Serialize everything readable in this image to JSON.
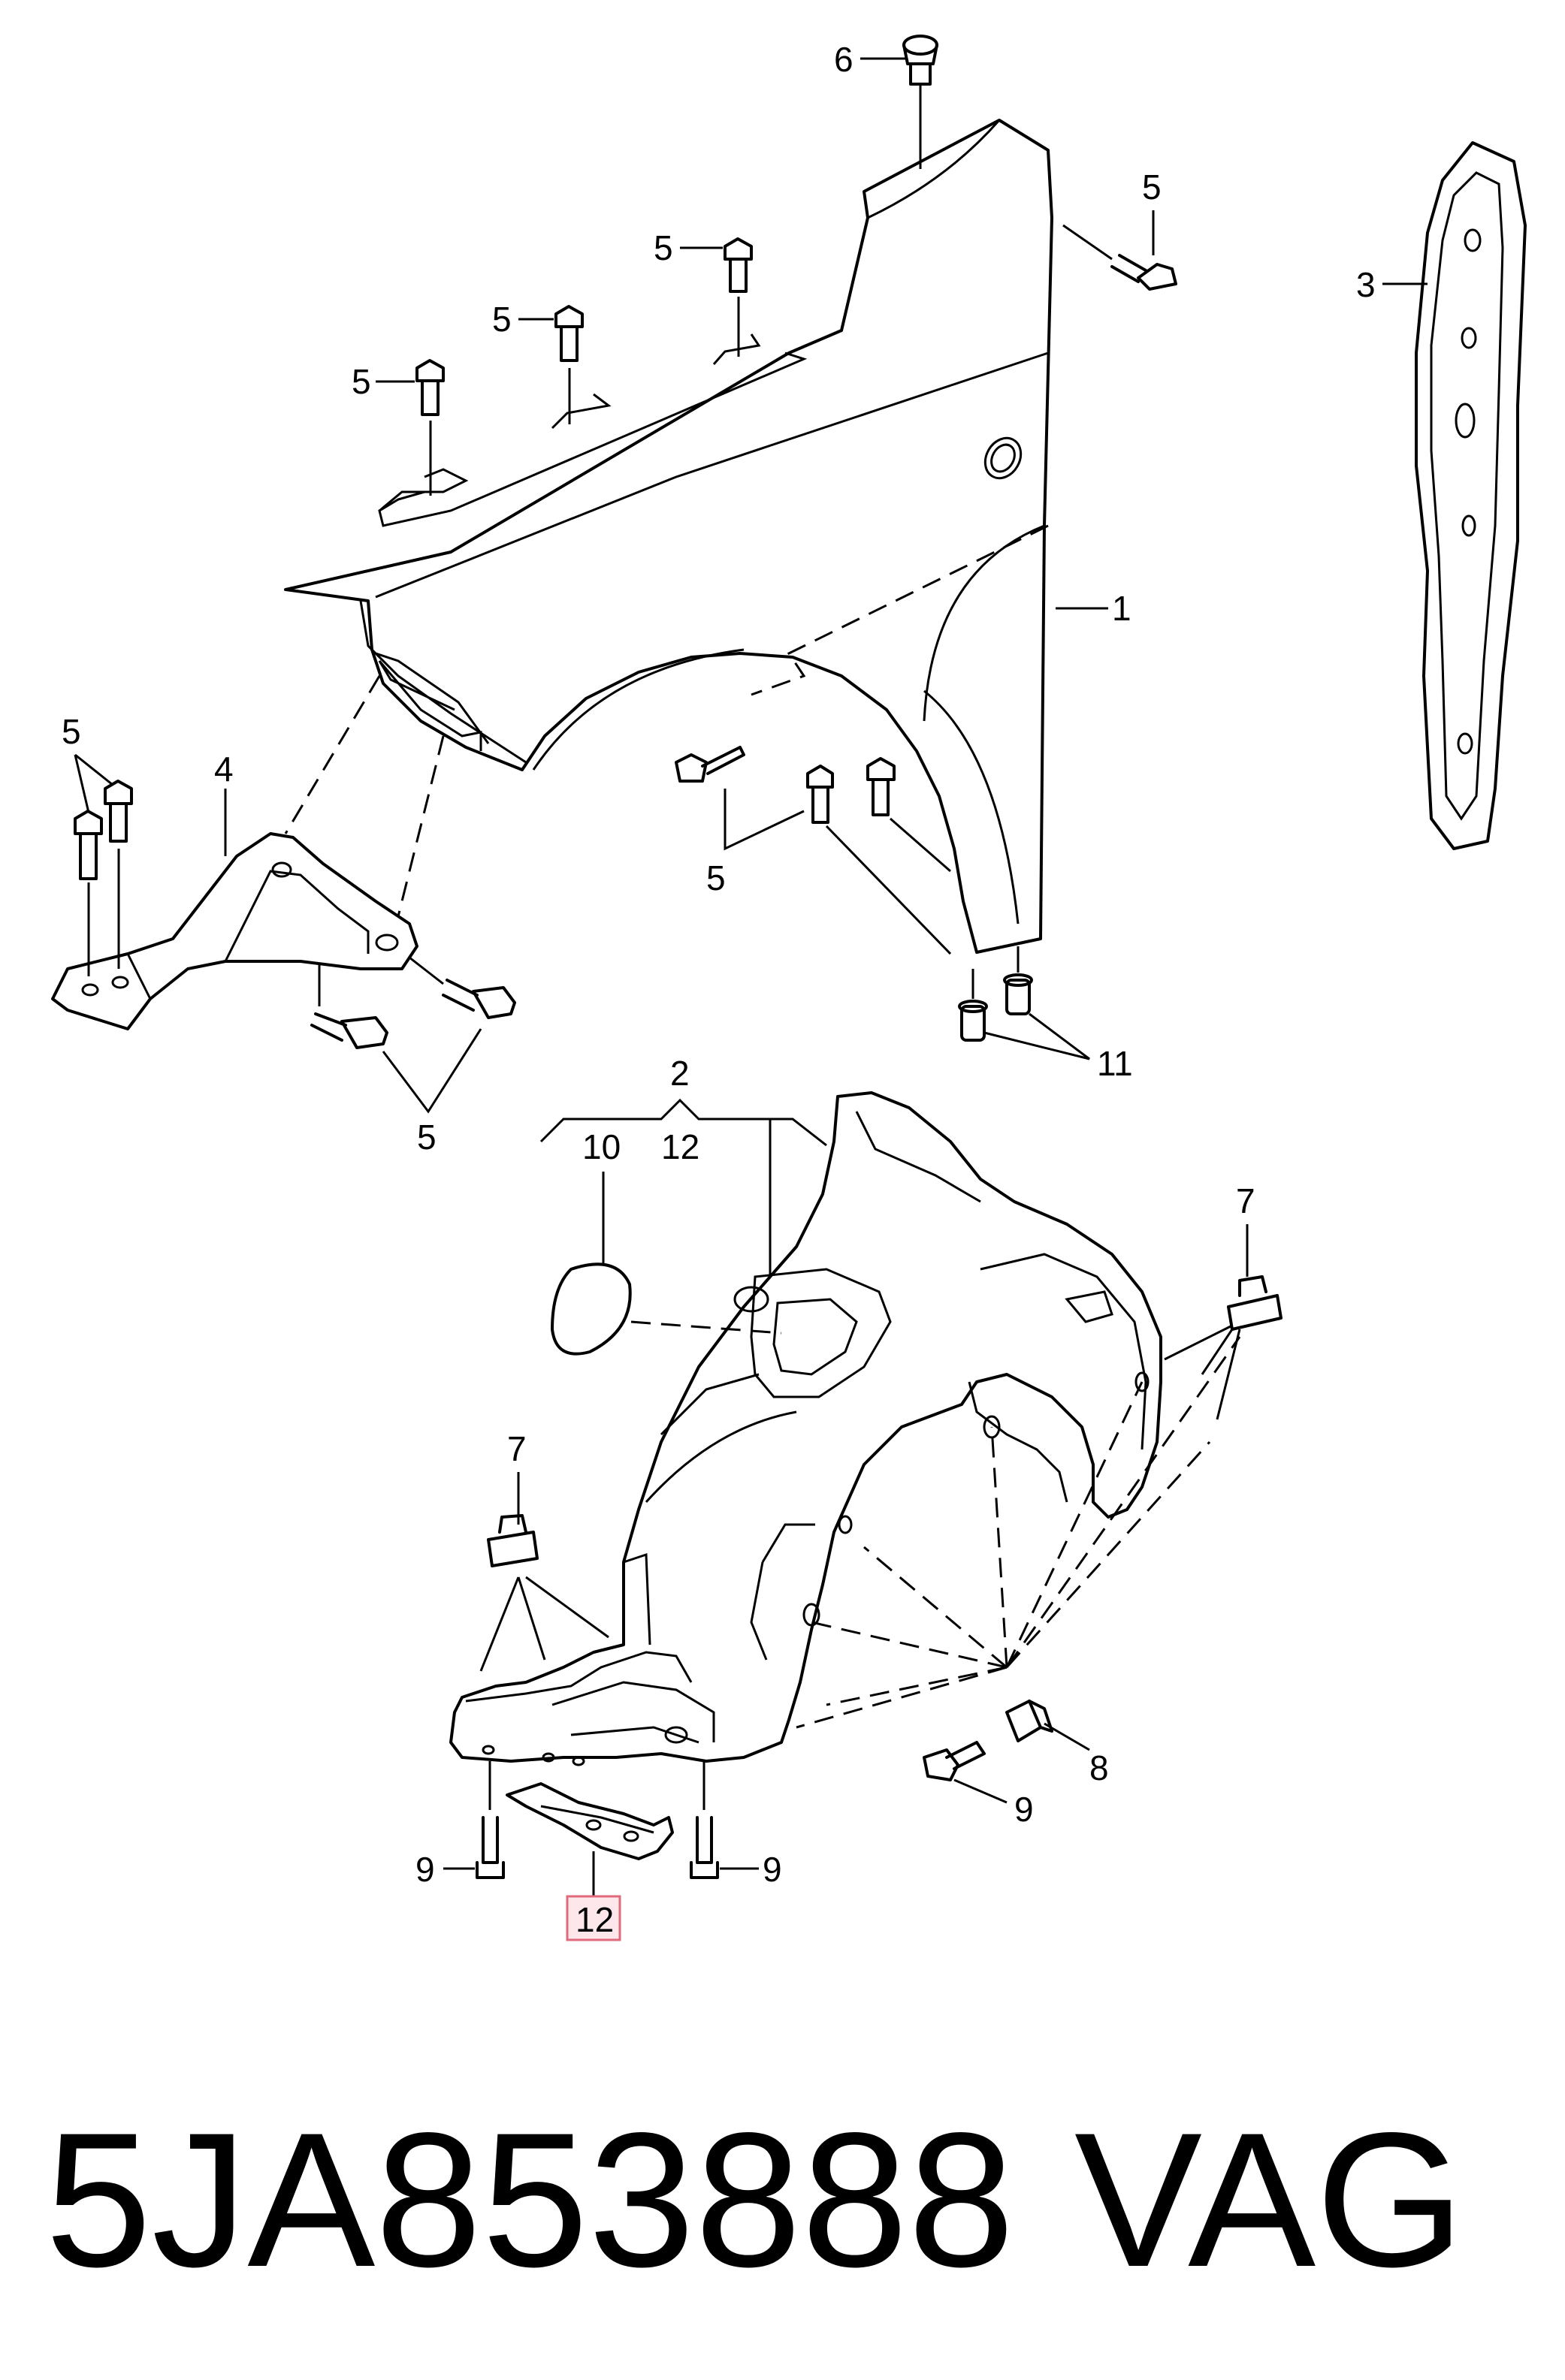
{
  "labels": {
    "fender": "1",
    "wheel_housing_liner": "2",
    "seal_strip": "3",
    "mounting_bracket": "4",
    "bolt": "5",
    "screw_top": "6",
    "clip": "7",
    "nut_clip": "8",
    "screw": "9",
    "grommet": "10",
    "spreader_nut": "11",
    "extension": "12"
  },
  "highlighted_item": "12",
  "caption": {
    "part_number": "5JA853888",
    "brand": "VAG"
  },
  "colors": {
    "line": "#000000",
    "highlight_fill": "#fde7ea",
    "highlight_border": "#e06a7c",
    "background": "#ffffff"
  }
}
